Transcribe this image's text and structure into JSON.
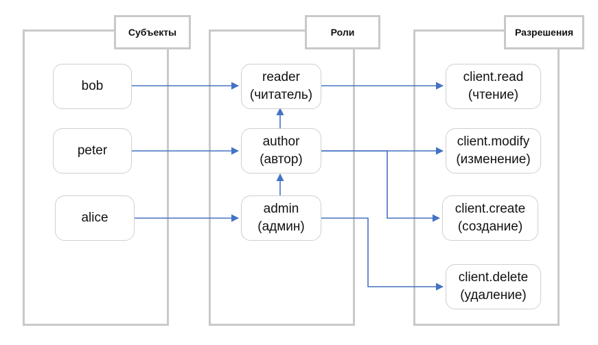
{
  "panels": {
    "subjects": {
      "title": "Субъекты"
    },
    "roles": {
      "title": "Роли"
    },
    "permissions": {
      "title": "Разрешения"
    }
  },
  "subjects": [
    {
      "label": "bob"
    },
    {
      "label": "peter"
    },
    {
      "label": "alice"
    }
  ],
  "roles": [
    {
      "name": "reader",
      "translation": "(читатель)"
    },
    {
      "name": "author",
      "translation": "(автор)"
    },
    {
      "name": "admin",
      "translation": "(админ)"
    }
  ],
  "permissions": [
    {
      "name": "client.read",
      "translation": "(чтение)"
    },
    {
      "name": "client.modify",
      "translation": "(изменение)"
    },
    {
      "name": "client.create",
      "translation": "(создание)"
    },
    {
      "name": "client.delete",
      "translation": "(удаление)"
    }
  ],
  "edges": [
    {
      "from": "bob",
      "to": "reader"
    },
    {
      "from": "peter",
      "to": "author"
    },
    {
      "from": "alice",
      "to": "admin"
    },
    {
      "from": "author",
      "to": "reader"
    },
    {
      "from": "admin",
      "to": "author"
    },
    {
      "from": "reader",
      "to": "client.read"
    },
    {
      "from": "author",
      "to": "client.modify"
    },
    {
      "from": "author",
      "to": "client.create"
    },
    {
      "from": "admin",
      "to": "client.delete"
    }
  ],
  "colors": {
    "panel_border": "#c9c9c9",
    "node_border": "#cfcfcf",
    "edge": "#4472c4"
  }
}
